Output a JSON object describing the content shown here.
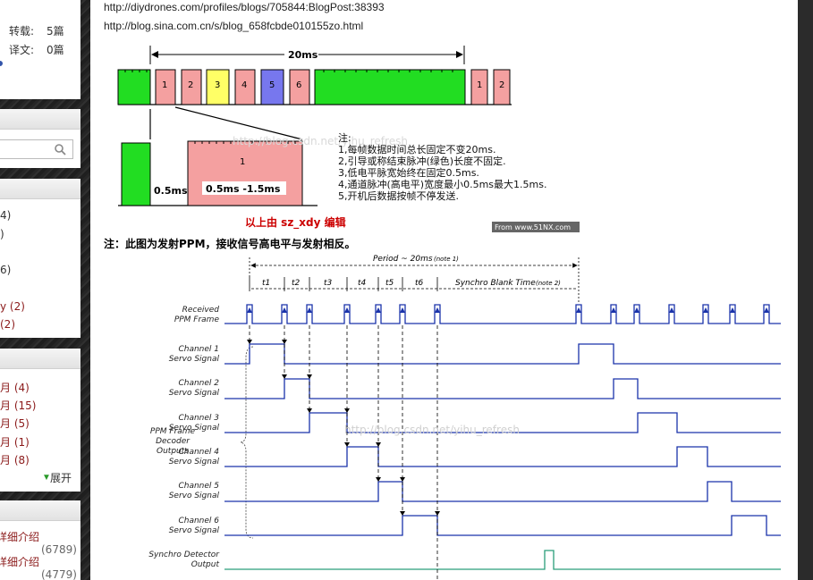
{
  "sidebar": {
    "stats": {
      "reprint_label": "转载:",
      "reprint_value": "5篇",
      "translate_label": "译文:",
      "translate_value": "0篇"
    },
    "categories": [
      "4)",
      ")",
      "6)",
      "y (2)",
      "(2)"
    ],
    "archive": [
      "月 (4)",
      "月 (15)",
      "月 (5)",
      "月 (1)",
      "月 (8)"
    ],
    "expand_label": "展开",
    "articles": [
      {
        "title": "详细介绍",
        "count": "(6789)"
      },
      {
        "title": "详细介绍",
        "count": "(4779)"
      }
    ]
  },
  "post": {
    "url1": "http://diydrones.com/profiles/blogs/705844:BlogPost:38393",
    "url2": "http://blog.sina.com.cn/s/blog_658fcbde010155zo.html",
    "note_text": "注：此图为发射PPM，接收信号高电平与发射相反。"
  },
  "figure1": {
    "frame_label": "20ms",
    "channels": [
      "1",
      "2",
      "3",
      "4",
      "5",
      "6"
    ],
    "tail_channels": [
      "1",
      "2"
    ],
    "zoom_low_label": "0.5ms",
    "zoom_pulse_label": "0.5ms -1.5ms",
    "zoom_channel": "1",
    "notes": [
      "注:",
      "1,每帧数据时间总长固定不变20ms.",
      "2,引导或称结束脉冲(绿色)长度不固定.",
      "3,低电平脉宽始终在固定0.5ms.",
      "4,通道脉冲(高电平)宽度最小0.5ms最大1.5ms.",
      "5,开机后数据按帧不停发送."
    ],
    "credit": "以上由 sz_xdy 编辑",
    "badge": "From www.51NX.com",
    "watermark": "http://blog.csdn.net/yihu_refresh"
  },
  "figure2": {
    "period": "Period ~ 20ms",
    "period_note": "(note 1)",
    "intervals": [
      "t1",
      "t2",
      "t3",
      "t4",
      "t5",
      "t6"
    ],
    "blank": "Synchro Blank Time",
    "blank_note": "(note 2)",
    "received": [
      "Received",
      "PPM Frame"
    ],
    "channels": [
      [
        "Channel 1",
        "Servo Signal"
      ],
      [
        "Channel 2",
        "Servo Signal"
      ],
      [
        "Channel 3",
        "Servo Signal"
      ],
      [
        "Channel 4",
        "Servo Signal"
      ],
      [
        "Channel 5",
        "Servo Signal"
      ],
      [
        "Channel 6",
        "Servo Signal"
      ]
    ],
    "decoder": [
      "PPM Frame",
      "Decoder",
      "Outputs"
    ],
    "detector": [
      "Synchro Detector",
      "Output"
    ],
    "watermark": "http://blog.csdn.net/yihu_refresh"
  },
  "colors": {
    "sync_green": "#22dd22",
    "channel_pink": "#f4a0a0",
    "channel3_yellow": "#ffff66",
    "channel5_blue": "#7777ee",
    "signal_blue": "#1a33aa",
    "detector_teal": "#2a9d7a",
    "credit_red": "#cc0000"
  }
}
